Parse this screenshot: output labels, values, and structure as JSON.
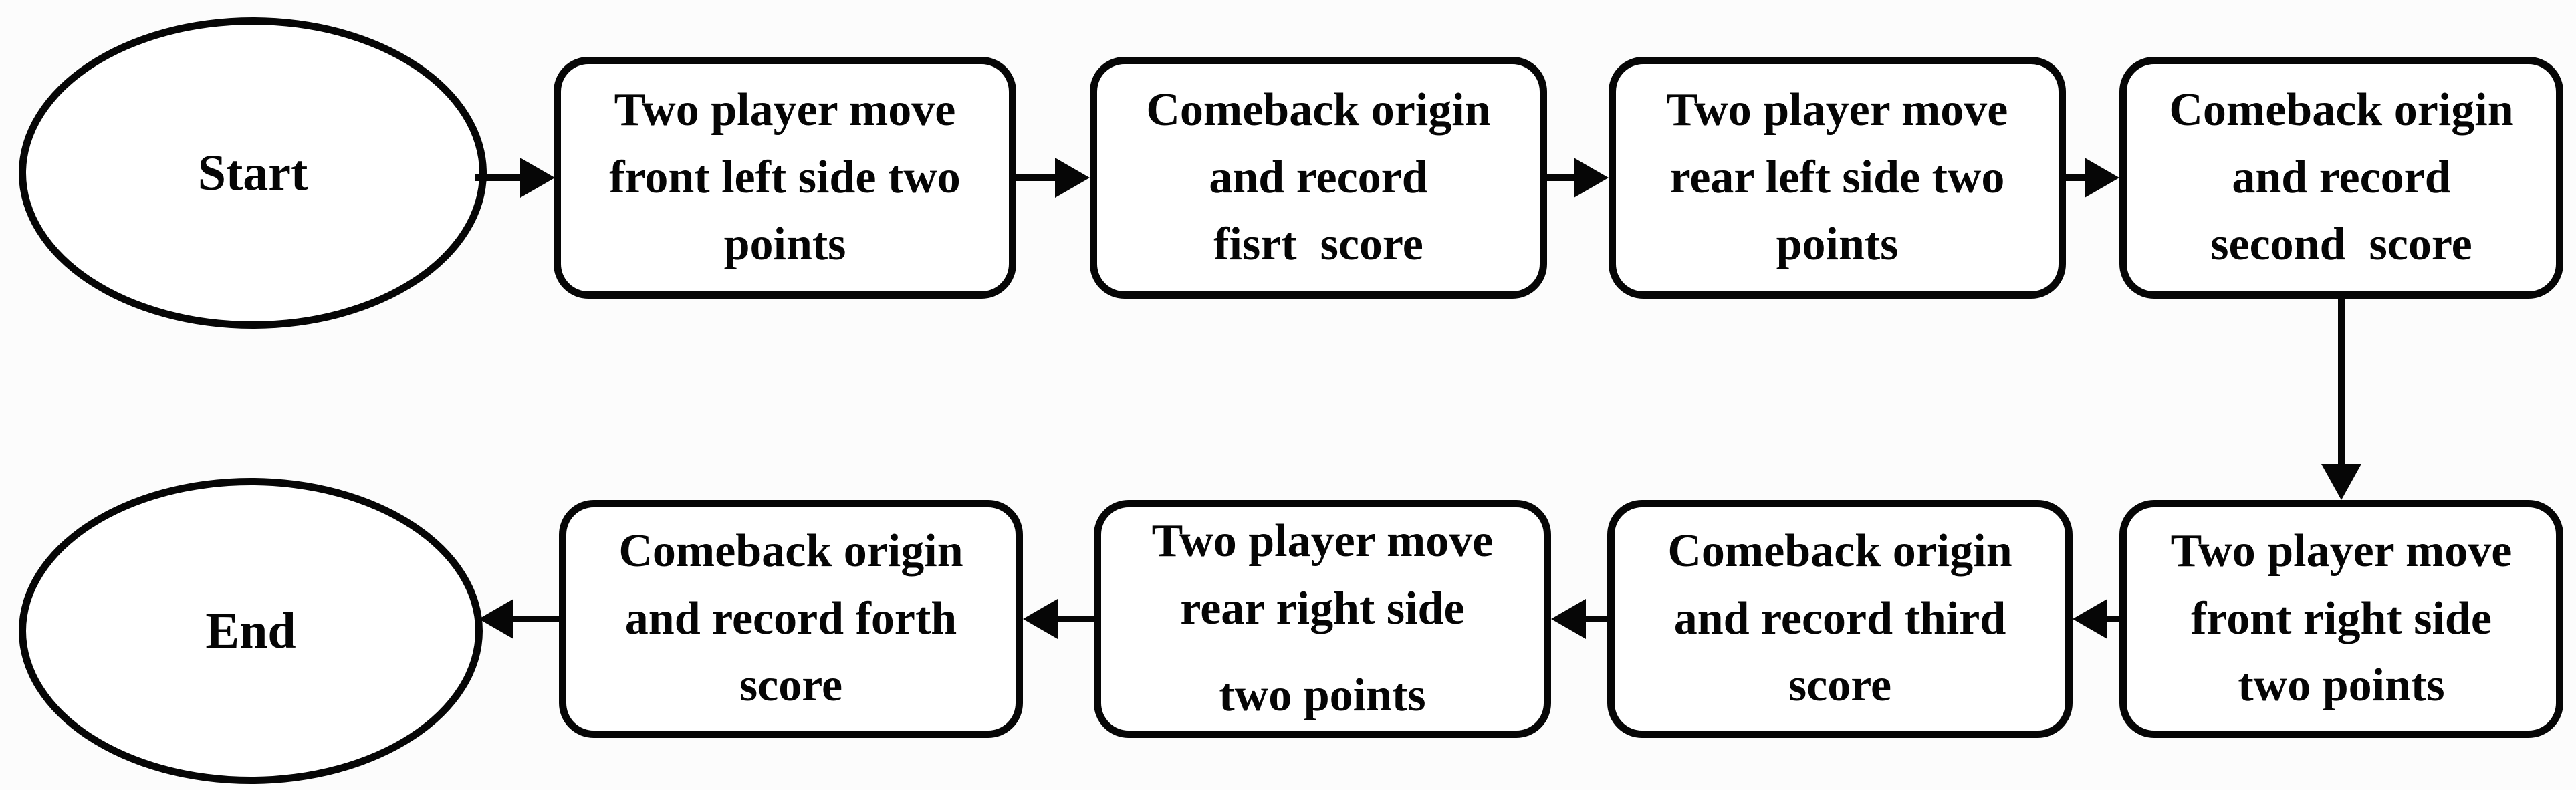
{
  "diagram": {
    "type": "flowchart",
    "background": "#fcfcfc",
    "node_fill": "#ffffff",
    "stroke_color": "#060606",
    "text_color": "#050505",
    "nodes": {
      "start": {
        "shape": "ellipse",
        "label": "Start"
      },
      "box1": {
        "shape": "rounded-rect",
        "lines": [
          "Two player move",
          "front left side two",
          "points"
        ]
      },
      "box2": {
        "shape": "rounded-rect",
        "lines": [
          "Comeback origin",
          "and record",
          "fisrt  score"
        ]
      },
      "box3": {
        "shape": "rounded-rect",
        "lines": [
          "Two player move",
          "rear left side two",
          "points"
        ]
      },
      "box4": {
        "shape": "rounded-rect",
        "lines": [
          "Comeback origin",
          "and record",
          "second  score"
        ]
      },
      "box5": {
        "shape": "rounded-rect",
        "lines": [
          "Two player move",
          "front right side",
          "two points"
        ]
      },
      "box6": {
        "shape": "rounded-rect",
        "lines": [
          "Comeback origin",
          "and record third",
          "score"
        ]
      },
      "box7": {
        "shape": "rounded-rect",
        "lines": [
          "Two player move",
          "rear right side",
          "two points"
        ]
      },
      "box8": {
        "shape": "rounded-rect",
        "lines": [
          "Comeback origin",
          "and record forth",
          "score"
        ]
      },
      "end": {
        "shape": "ellipse",
        "label": "End"
      }
    },
    "flow": [
      "start",
      "box1",
      "box2",
      "box3",
      "box4",
      "box5",
      "box6",
      "box7",
      "box8",
      "end"
    ]
  }
}
